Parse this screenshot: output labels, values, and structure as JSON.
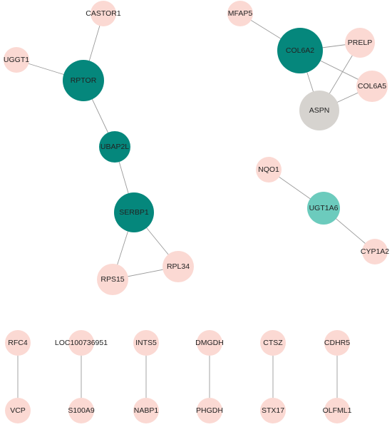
{
  "colors": {
    "small": "#fbd9d3",
    "hub": "#05877c",
    "mid": "#6ccbbd",
    "grey": "#d6d3cf",
    "edge": "#9a9a9a"
  },
  "nodes": [
    {
      "id": "CASTOR1",
      "label": "CASTOR1",
      "kind": "small"
    },
    {
      "id": "UGGT1",
      "label": "UGGT1",
      "kind": "small"
    },
    {
      "id": "RPTOR",
      "label": "RPTOR",
      "kind": "hub"
    },
    {
      "id": "UBAP2L",
      "label": "UBAP2L",
      "kind": "hub"
    },
    {
      "id": "SERBP1",
      "label": "SERBP1",
      "kind": "hub"
    },
    {
      "id": "RPS15",
      "label": "RPS15",
      "kind": "small"
    },
    {
      "id": "RPL34",
      "label": "RPL34",
      "kind": "small"
    },
    {
      "id": "MFAP5",
      "label": "MFAP5",
      "kind": "small"
    },
    {
      "id": "COL6A2",
      "label": "COL6A2",
      "kind": "hub"
    },
    {
      "id": "PRELP",
      "label": "PRELP",
      "kind": "small"
    },
    {
      "id": "COL6A5",
      "label": "COL6A5",
      "kind": "small"
    },
    {
      "id": "ASPN",
      "label": "ASPN",
      "kind": "grey"
    },
    {
      "id": "NQO1",
      "label": "NQO1",
      "kind": "small"
    },
    {
      "id": "UGT1A6",
      "label": "UGT1A6",
      "kind": "mid"
    },
    {
      "id": "CYP1A2",
      "label": "CYP1A2",
      "kind": "small"
    },
    {
      "id": "RFC4",
      "label": "RFC4",
      "kind": "small"
    },
    {
      "id": "VCP",
      "label": "VCP",
      "kind": "small"
    },
    {
      "id": "LOC100736951",
      "label": "LOC100736951",
      "kind": "small"
    },
    {
      "id": "S100A9",
      "label": "S100A9",
      "kind": "small"
    },
    {
      "id": "INTS5",
      "label": "INTS5",
      "kind": "small"
    },
    {
      "id": "NABP1",
      "label": "NABP1",
      "kind": "small"
    },
    {
      "id": "DMGDH",
      "label": "DMGDH",
      "kind": "small"
    },
    {
      "id": "PHGDH",
      "label": "PHGDH",
      "kind": "small"
    },
    {
      "id": "CTSZ",
      "label": "CTSZ",
      "kind": "small"
    },
    {
      "id": "STX17",
      "label": "STX17",
      "kind": "small"
    },
    {
      "id": "CDHR5",
      "label": "CDHR5",
      "kind": "small"
    },
    {
      "id": "OLFML1",
      "label": "OLFML1",
      "kind": "small"
    }
  ],
  "edges": [
    [
      "CASTOR1",
      "RPTOR"
    ],
    [
      "UGGT1",
      "RPTOR"
    ],
    [
      "RPTOR",
      "UBAP2L"
    ],
    [
      "UBAP2L",
      "SERBP1"
    ],
    [
      "SERBP1",
      "RPS15"
    ],
    [
      "SERBP1",
      "RPL34"
    ],
    [
      "RPS15",
      "RPL34"
    ],
    [
      "MFAP5",
      "COL6A2"
    ],
    [
      "COL6A2",
      "PRELP"
    ],
    [
      "COL6A2",
      "COL6A5"
    ],
    [
      "COL6A2",
      "ASPN"
    ],
    [
      "PRELP",
      "ASPN"
    ],
    [
      "COL6A5",
      "ASPN"
    ],
    [
      "NQO1",
      "UGT1A6"
    ],
    [
      "UGT1A6",
      "CYP1A2"
    ],
    [
      "RFC4",
      "VCP"
    ],
    [
      "LOC100736951",
      "S100A9"
    ],
    [
      "INTS5",
      "NABP1"
    ],
    [
      "DMGDH",
      "PHGDH"
    ],
    [
      "CTSZ",
      "STX17"
    ],
    [
      "CDHR5",
      "OLFML1"
    ]
  ]
}
